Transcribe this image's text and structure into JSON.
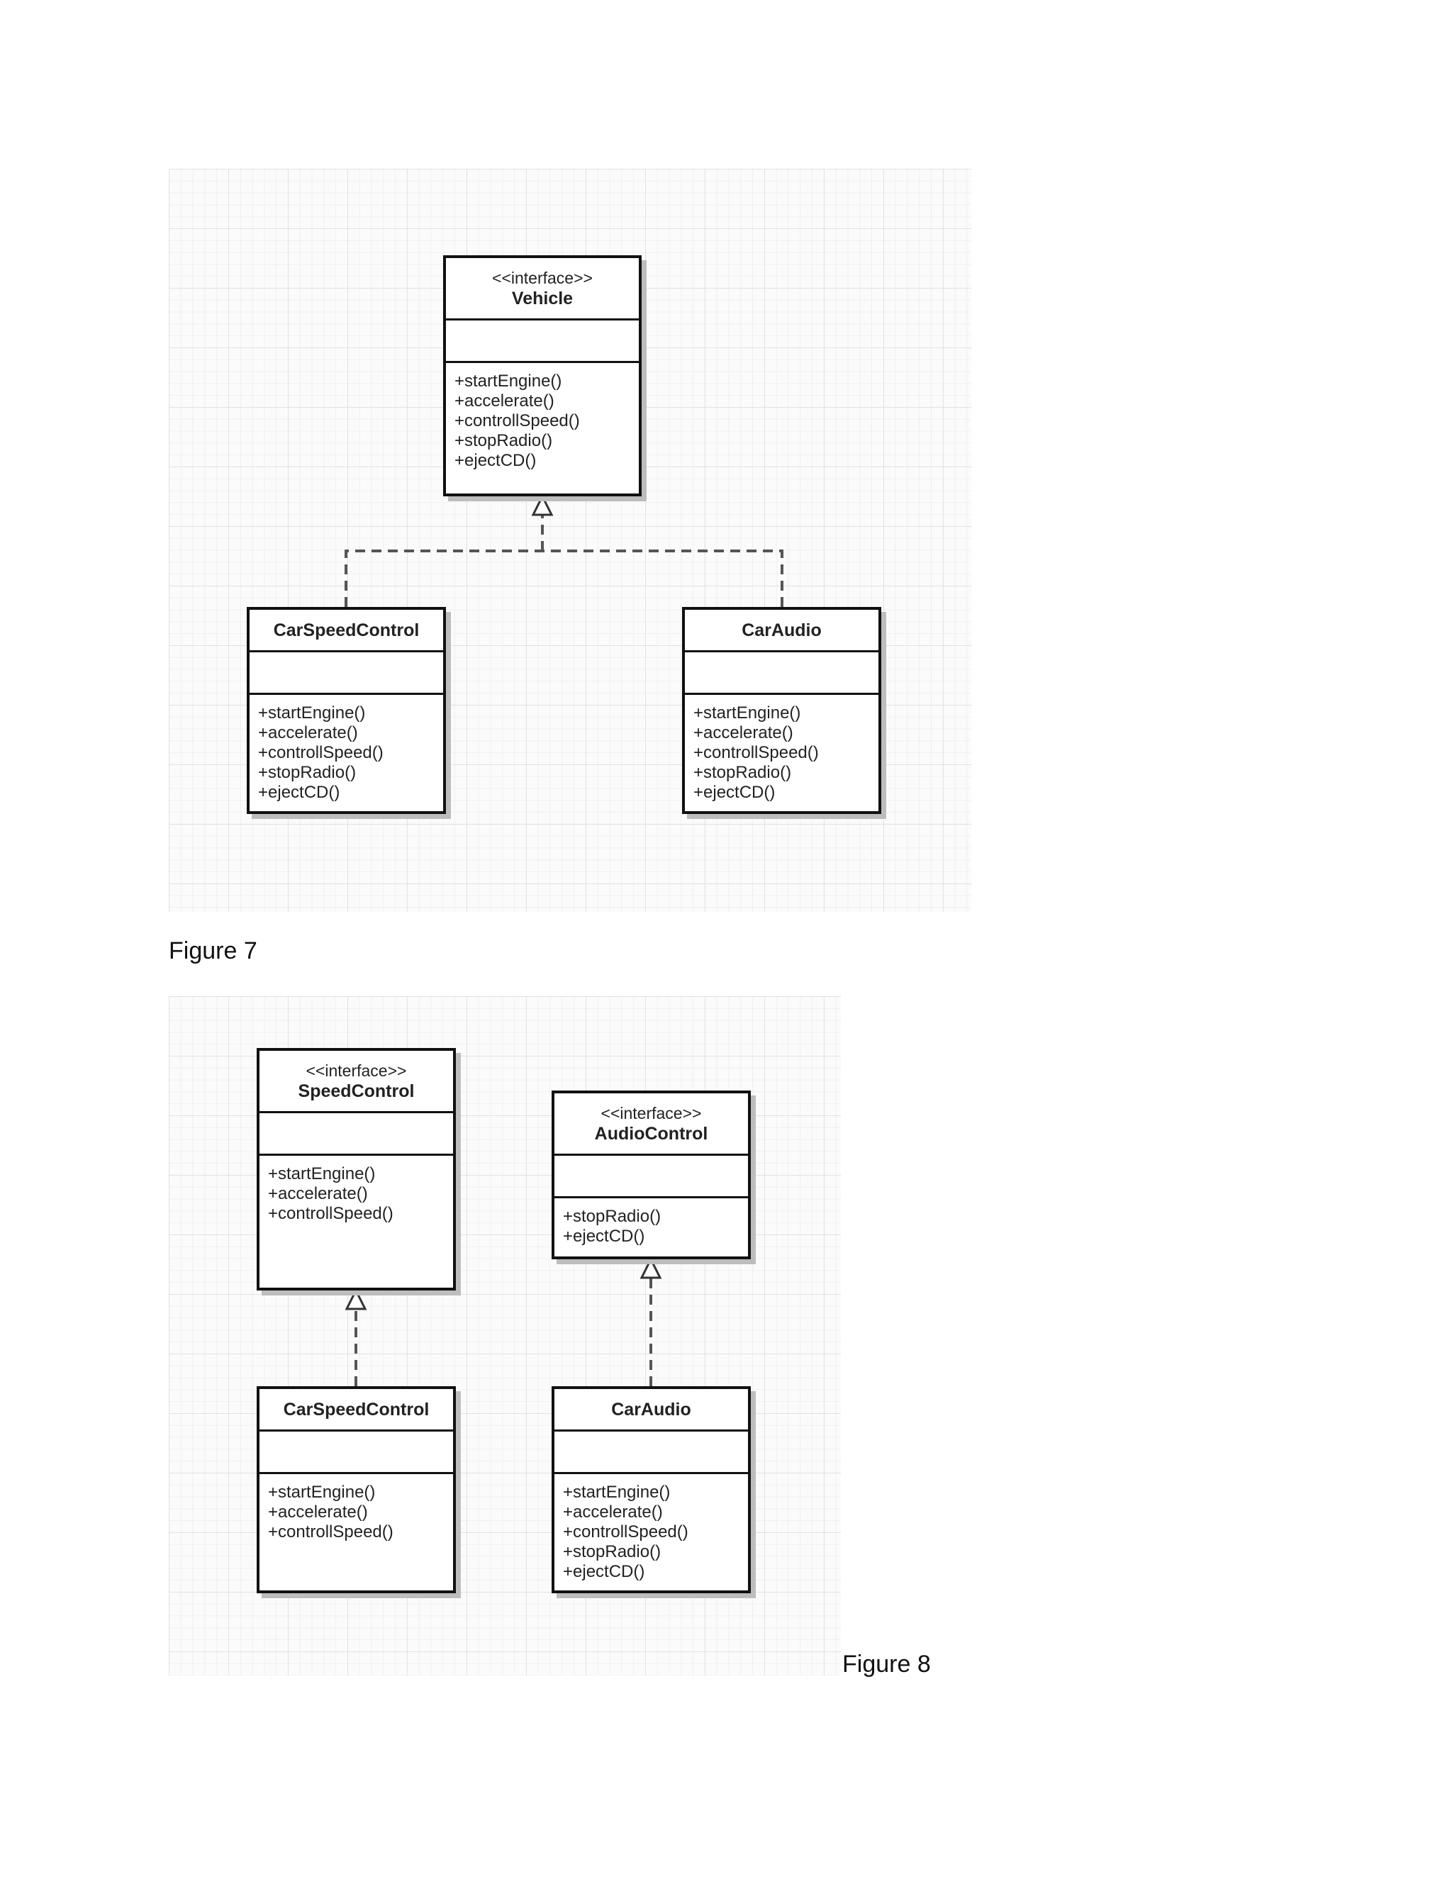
{
  "figure7": {
    "caption": "Figure 7",
    "vehicle": {
      "stereotype": "<<interface>>",
      "name": "Vehicle",
      "operations": [
        "+startEngine()",
        "+accelerate()",
        "+controllSpeed()",
        "+stopRadio()",
        "+ejectCD()"
      ]
    },
    "car_speed_control": {
      "name": "CarSpeedControl",
      "operations": [
        "+startEngine()",
        "+accelerate()",
        "+controllSpeed()",
        "+stopRadio()",
        "+ejectCD()"
      ]
    },
    "car_audio": {
      "name": "CarAudio",
      "operations": [
        "+startEngine()",
        "+accelerate()",
        "+controllSpeed()",
        "+stopRadio()",
        "+ejectCD()"
      ]
    }
  },
  "figure8": {
    "caption": "Figure 8",
    "speed_control": {
      "stereotype": "<<interface>>",
      "name": "SpeedControl",
      "operations": [
        "+startEngine()",
        "+accelerate()",
        "+controllSpeed()"
      ]
    },
    "audio_control": {
      "stereotype": "<<interface>>",
      "name": "AudioControl",
      "operations": [
        "+stopRadio()",
        "+ejectCD()"
      ]
    },
    "car_speed_control": {
      "name": "CarSpeedControl",
      "operations": [
        "+startEngine()",
        "+accelerate()",
        "+controllSpeed()"
      ]
    },
    "car_audio": {
      "name": "CarAudio",
      "operations": [
        "+startEngine()",
        "+accelerate()",
        "+controllSpeed()",
        "+stopRadio()",
        "+ejectCD()"
      ]
    }
  },
  "colors": {
    "line": "#111111",
    "connector": "#555555",
    "grid": "#e2e2e2"
  }
}
